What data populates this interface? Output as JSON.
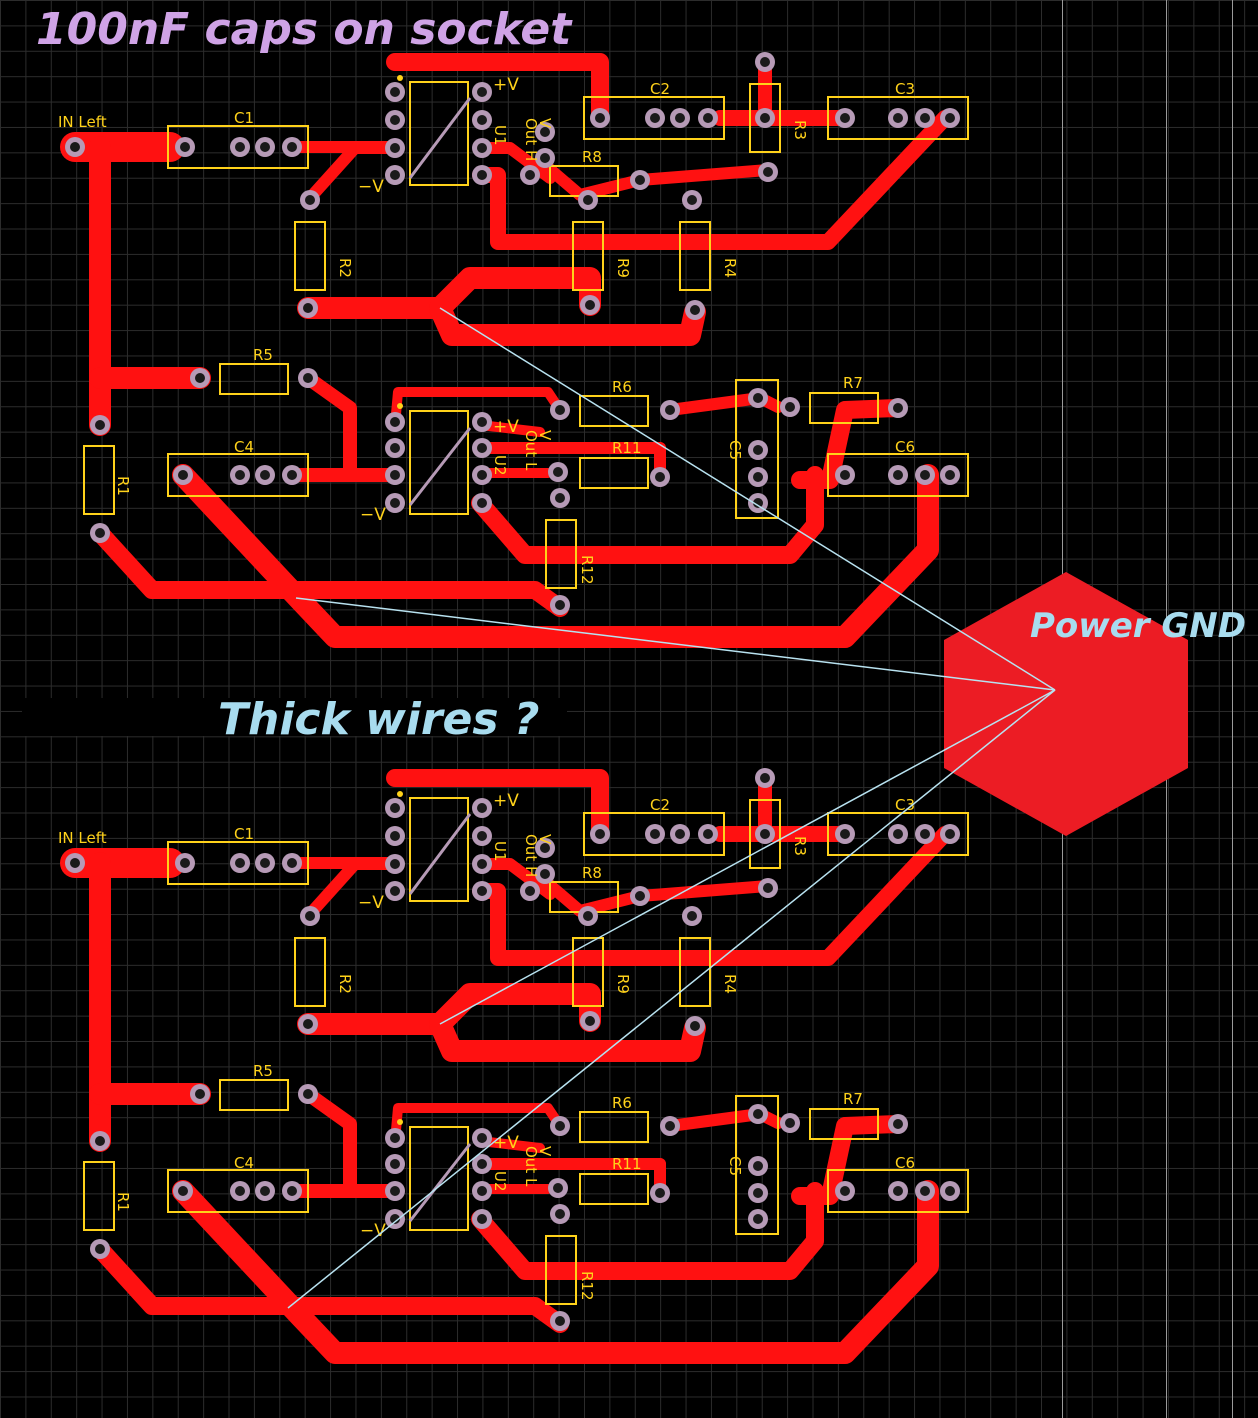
{
  "annotations": {
    "top_note": "100nF caps on socket",
    "middle_note": "Thick wires ?",
    "ground_label": "Power GND"
  },
  "blocks": [
    {
      "input_label": "IN Left",
      "refs": {
        "C1": "C1",
        "C2": "C2",
        "C3": "C3",
        "C4": "C4",
        "C5": "C5",
        "C6": "C6",
        "R1": "R1",
        "R2": "R2",
        "R3": "R3",
        "R4": "R4",
        "R5": "R5",
        "R6": "R6",
        "R7": "R7",
        "R8": "R8",
        "R9": "R9",
        "R11": "R11",
        "R12": "R12",
        "U1": "U1",
        "U2": "U2"
      },
      "u1_plus": "+V",
      "u1_minus": "−V",
      "u1_out": "Out H",
      "u1_v": "V",
      "u2_plus": "+V",
      "u2_minus": "−V",
      "u2_out": "Out L",
      "u2_v": "V"
    },
    {
      "input_label": "IN Left",
      "refs": {
        "C1": "C1",
        "C2": "C2",
        "C3": "C3",
        "C4": "C4",
        "C5": "C5",
        "C6": "C6",
        "R1": "R1",
        "R2": "R2",
        "R3": "R3",
        "R4": "R4",
        "R5": "R5",
        "R6": "R6",
        "R7": "R7",
        "R8": "R8",
        "R9": "R9",
        "R11": "R11",
        "R12": "R12",
        "U1": "U1",
        "U2": "U2"
      },
      "u1_plus": "+V",
      "u1_minus": "−V",
      "u1_out": "Out H",
      "u1_v": "V",
      "u2_plus": "+V",
      "u2_minus": "−V",
      "u2_out": "Out L",
      "u2_v": "V"
    }
  ],
  "colors": {
    "background": "#000000",
    "grid": "#2c2c2c",
    "trace": "#ff1111",
    "silkscreen": "#ffd21a",
    "pad": "#b69ab6",
    "ratsnest": "#b8e2f0",
    "ground_pad": "#ec1c24",
    "top_note_text": "#cfa3e6",
    "callout_text": "#a8dcef"
  }
}
